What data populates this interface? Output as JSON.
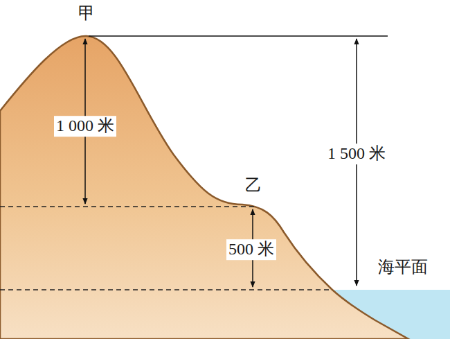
{
  "diagram": {
    "labels": [
      "甲",
      "1 000 米",
      "乙",
      "1 500 米",
      "500 米",
      "海平面"
    ]
  }
}
